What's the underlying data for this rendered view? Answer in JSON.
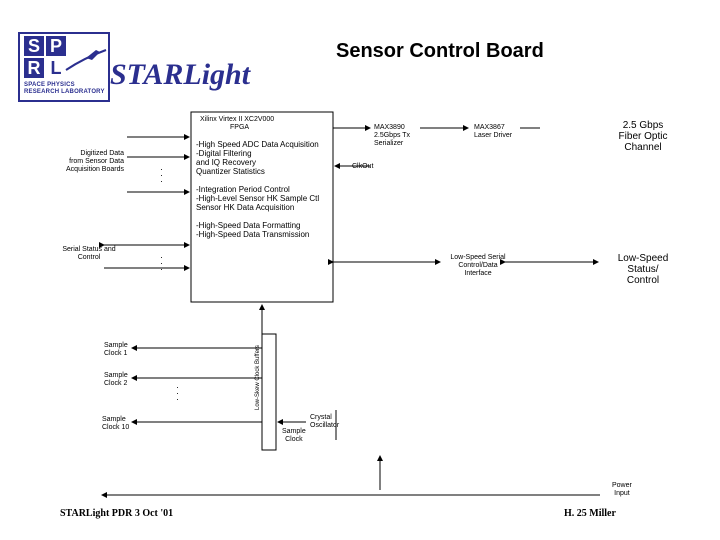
{
  "logo": {
    "letters": [
      "S",
      "P",
      "R",
      "L"
    ],
    "org_line1": "SPACE PHYSICS",
    "org_line2": "RESEARCH LABORATORY",
    "wordmark": "STARLight"
  },
  "title": "Sensor Control Board",
  "fpga": {
    "heading1": "Xilinx Virtex II  XC2V000",
    "heading2": "FPGA",
    "functions": [
      "-High Speed ADC Data Acquisition",
      "-Digital Filtering",
      "  and IQ Recovery",
      "  Quantizer Statistics",
      "",
      "-Integration Period Control",
      "-High-Level Sensor HK Sample Ctl",
      "  Sensor HK Data Acquisition",
      "",
      "-High-Speed Data Formatting",
      "-High-Speed Data Transmission"
    ]
  },
  "inputs": {
    "digitized": [
      "Digitized Data",
      "from Sensor Data",
      "Acquisition Boards"
    ],
    "serial": [
      "Serial Status and",
      "Control"
    ]
  },
  "blocks": {
    "serializer": [
      "MAX3890",
      "2.5Gbps Tx",
      "Serializer"
    ],
    "laser": [
      "MAX3867",
      "Laser Driver"
    ],
    "lowspeed_iface": [
      "Low-Speed Serial",
      "Control/Data",
      "Interface"
    ],
    "clk_dist": "Low-Skew Clock Buffers",
    "oscillator": [
      "Crystal",
      "Oscillator"
    ],
    "sample_clock_src": [
      "Sample",
      "Clock"
    ],
    "clk_out": "ClkOut"
  },
  "outputs": {
    "fiber": [
      "2.5 Gbps",
      "Fiber Optic",
      "Channel"
    ],
    "lowspeed": [
      "Low-Speed",
      "Status/",
      "Control"
    ]
  },
  "clocks": {
    "c1": [
      "Sample",
      "Clock 1"
    ],
    "c2": [
      "Sample",
      "Clock 2"
    ],
    "c10": [
      "Sample",
      "Clock 10"
    ]
  },
  "power": [
    "Power",
    "Input"
  ],
  "footer": {
    "left": "STARLight PDR  3  Oct  '01",
    "right": "H. 25  Miller"
  }
}
